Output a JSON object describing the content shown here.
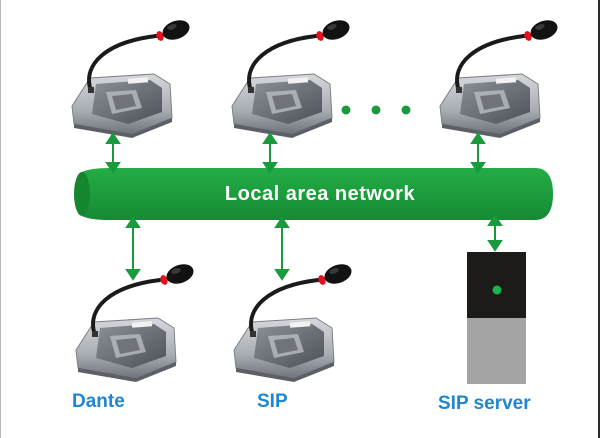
{
  "network": {
    "label": "Local area network"
  },
  "captions": {
    "dante": "Dante",
    "sip": "SIP",
    "sip_server": "SIP server"
  },
  "colors": {
    "network_green": "#1a9a3c",
    "caption_blue": "#1f86d1",
    "mic_red": "#e0121b",
    "server_led": "#19b34a"
  },
  "icons": {
    "unit": "gooseneck-microphone-conference-unit",
    "continuation": "ellipsis-dots",
    "server": "sip-server-box"
  }
}
